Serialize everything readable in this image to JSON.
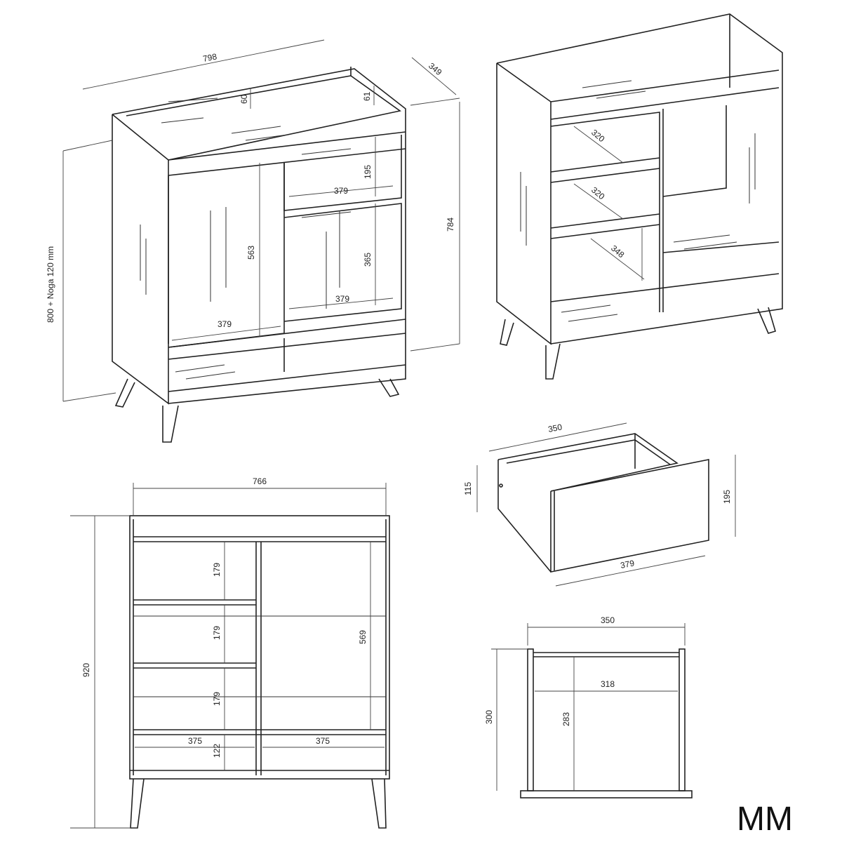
{
  "view_perspective_front": {
    "width": "798",
    "depth": "349",
    "top_rail": "60",
    "side_rail": "61",
    "total_height": "800 + Noga 120 mm",
    "body_height": "784",
    "drawer_height": "195",
    "drawer_width": "379",
    "left_door_height": "563",
    "right_door_height": "365",
    "right_door_width": "379",
    "left_door_width": "379"
  },
  "view_perspective_open": {
    "shelf_1": "320",
    "shelf_2": "320",
    "shelf_3": "348"
  },
  "view_front_elevation": {
    "inner_width": "766",
    "total_height": "920",
    "shelf_1": "179",
    "shelf_2": "179",
    "shelf_3": "179",
    "bottom": "122",
    "right_compartment": "569",
    "left_width": "375",
    "right_width": "375"
  },
  "view_drawer": {
    "depth": "350",
    "side_height": "115",
    "front_height": "195",
    "front_width": "379"
  },
  "view_section": {
    "depth": "350",
    "inner_depth": "318",
    "height": "300",
    "inner_height": "283"
  },
  "units_label": "MM"
}
